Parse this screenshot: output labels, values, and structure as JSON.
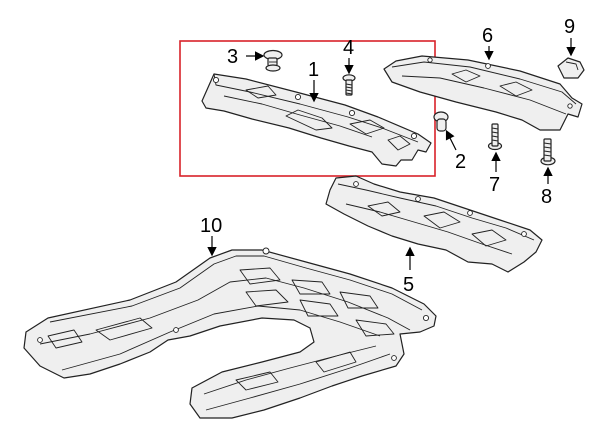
{
  "colors": {
    "highlight_frame": "#d8222a",
    "line": "#222222",
    "part_fill": "#efefef"
  },
  "callouts": {
    "c1": "1",
    "c2": "2",
    "c3": "3",
    "c4": "4",
    "c5": "5",
    "c6": "6",
    "c7": "7",
    "c8": "8",
    "c9": "9",
    "c10": "10"
  }
}
